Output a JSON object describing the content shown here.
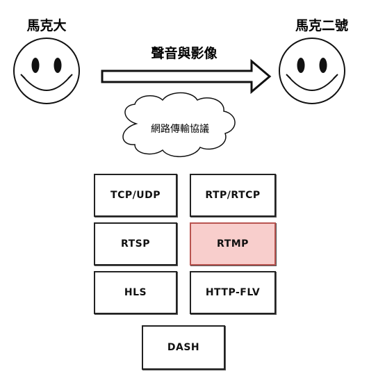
{
  "left_person": "馬克大",
  "right_person": "馬克二號",
  "arrow_label": "聲音與影像",
  "cloud_label": "網路傳輸協議",
  "protocols": [
    {
      "label": "TCP/UDP",
      "highlight": false
    },
    {
      "label": "RTP/RTCP",
      "highlight": false
    },
    {
      "label": "RTSP",
      "highlight": false
    },
    {
      "label": "RTMP",
      "highlight": true
    },
    {
      "label": "HLS",
      "highlight": false
    },
    {
      "label": "HTTP-FLV",
      "highlight": false
    },
    {
      "label": "DASH",
      "highlight": false
    }
  ],
  "colors": {
    "highlight_fill": "#f8cecc",
    "highlight_border": "#b85450"
  }
}
